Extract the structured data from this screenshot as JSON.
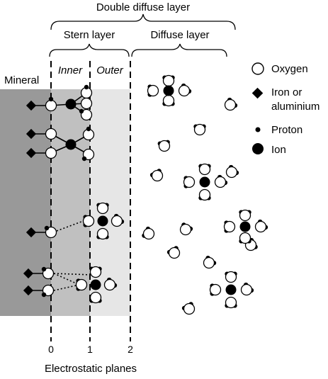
{
  "labels": {
    "double_diffuse_layer": "Double diffuse layer",
    "stern_layer": "Stern layer",
    "diffuse_layer": "Diffuse layer",
    "mineral": "Mineral",
    "inner": "Inner",
    "outer": "Outer",
    "electrostatic_planes": "Electrostatic planes"
  },
  "planes": [
    "0",
    "1",
    "2"
  ],
  "legend": [
    {
      "symbol": "oxygen",
      "label_lines": [
        "Oxygen"
      ]
    },
    {
      "symbol": "metal",
      "label_lines": [
        "Iron or",
        "aluminium"
      ]
    },
    {
      "symbol": "proton",
      "label_lines": [
        "Proton"
      ]
    },
    {
      "symbol": "ion",
      "label_lines": [
        "Ion"
      ]
    }
  ],
  "colors": {
    "mineral": "#999999",
    "inner_layer": "#c0c0c0",
    "outer_layer": "#e6e6e6",
    "line": "#000000",
    "oxygen_fill": "#ffffff"
  }
}
